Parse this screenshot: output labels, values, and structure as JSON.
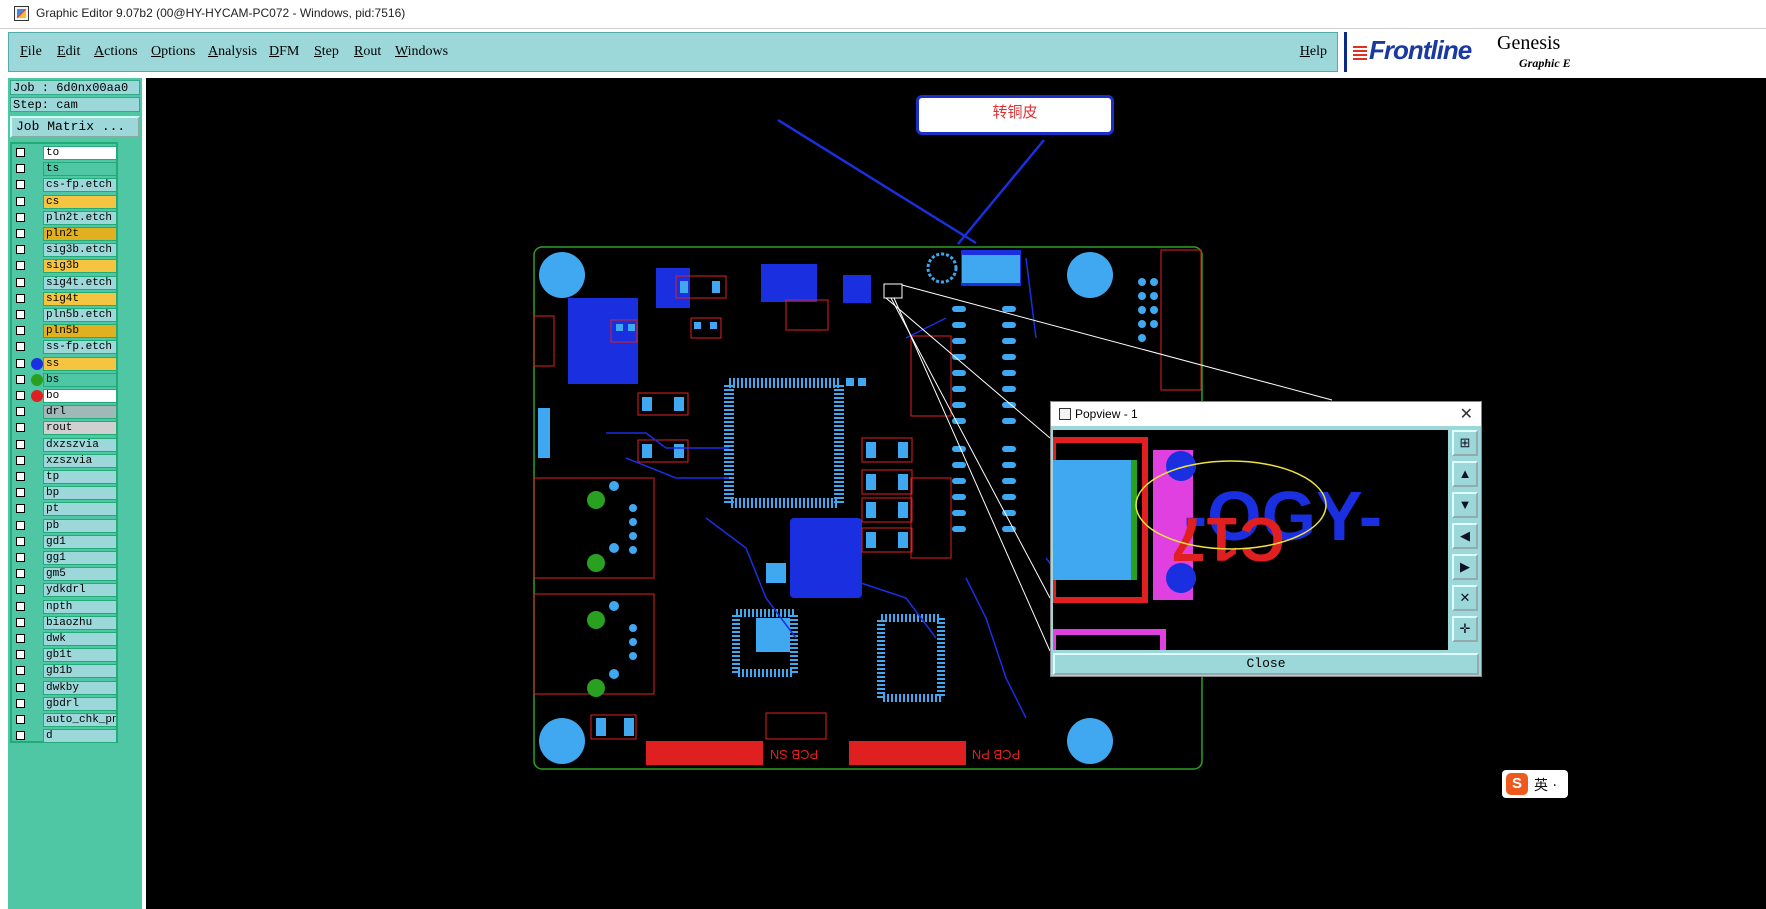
{
  "window": {
    "title": "Graphic Editor 9.07b2 (00@HY-HYCAM-PC072 - Windows, pid:7516)"
  },
  "menu": {
    "items": [
      "File",
      "Edit",
      "Actions",
      "Options",
      "Analysis",
      "DFM",
      "Step",
      "Rout",
      "Windows"
    ],
    "help": "Help"
  },
  "brand": {
    "logo": "Frontline",
    "product": "Genesis",
    "subtitle": "Graphic E"
  },
  "job": {
    "job": "Job : 6d0nx00aa0",
    "step": "Step: cam",
    "matrix_button": "Job Matrix ..."
  },
  "layers": [
    {
      "name": "to",
      "color": "#ffffff",
      "dot": ""
    },
    {
      "name": "ts",
      "color": "#4fc7a5",
      "dot": ""
    },
    {
      "name": "cs-fp.etch",
      "color": "#9cd8da",
      "dot": ""
    },
    {
      "name": "cs",
      "color": "#f5c542",
      "dot": ""
    },
    {
      "name": "pln2t.etch",
      "color": "#9cd8da",
      "dot": ""
    },
    {
      "name": "pln2t",
      "color": "#e0b020",
      "dot": ""
    },
    {
      "name": "sig3b.etch",
      "color": "#9cd8da",
      "dot": ""
    },
    {
      "name": "sig3b",
      "color": "#f5c542",
      "dot": ""
    },
    {
      "name": "sig4t.etch",
      "color": "#9cd8da",
      "dot": ""
    },
    {
      "name": "sig4t",
      "color": "#f5c542",
      "dot": ""
    },
    {
      "name": "pln5b.etch",
      "color": "#9cd8da",
      "dot": ""
    },
    {
      "name": "pln5b",
      "color": "#e0b020",
      "dot": ""
    },
    {
      "name": "ss-fp.etch",
      "color": "#9cd8da",
      "dot": ""
    },
    {
      "name": "ss",
      "color": "#f5c542",
      "dot": "#1a30e0"
    },
    {
      "name": "bs",
      "color": "#4fc7a5",
      "dot": "#2aa020"
    },
    {
      "name": "bo",
      "color": "#ffffff",
      "dot": "#e02020"
    },
    {
      "name": "drl",
      "color": "#a0b8b8",
      "dot": ""
    },
    {
      "name": "rout",
      "color": "#d0d0d0",
      "dot": ""
    },
    {
      "name": "dxzszvia",
      "color": "#9cd8da",
      "dot": ""
    },
    {
      "name": "xzszvia",
      "color": "#9cd8da",
      "dot": ""
    },
    {
      "name": "tp",
      "color": "#9cd8da",
      "dot": ""
    },
    {
      "name": "bp",
      "color": "#9cd8da",
      "dot": ""
    },
    {
      "name": "pt",
      "color": "#9cd8da",
      "dot": ""
    },
    {
      "name": "pb",
      "color": "#9cd8da",
      "dot": ""
    },
    {
      "name": "gd1",
      "color": "#9cd8da",
      "dot": ""
    },
    {
      "name": "gg1",
      "color": "#9cd8da",
      "dot": ""
    },
    {
      "name": "gm5",
      "color": "#9cd8da",
      "dot": ""
    },
    {
      "name": "ydkdrl",
      "color": "#9cd8da",
      "dot": ""
    },
    {
      "name": "npth",
      "color": "#9cd8da",
      "dot": ""
    },
    {
      "name": "biaozhu",
      "color": "#9cd8da",
      "dot": ""
    },
    {
      "name": "dwk",
      "color": "#9cd8da",
      "dot": ""
    },
    {
      "name": "gb1t",
      "color": "#9cd8da",
      "dot": ""
    },
    {
      "name": "gb1b",
      "color": "#9cd8da",
      "dot": ""
    },
    {
      "name": "dwkby",
      "color": "#9cd8da",
      "dot": ""
    },
    {
      "name": "gbdrl",
      "color": "#9cd8da",
      "dot": ""
    },
    {
      "name": "auto_chk_pn",
      "color": "#9cd8da",
      "dot": ""
    },
    {
      "name": "d",
      "color": "#9cd8da",
      "dot": ""
    }
  ],
  "callout": {
    "text": "转铜皮"
  },
  "board": {
    "silk_label_1": "PCB SN",
    "silk_label_2": "PCB PN"
  },
  "popview": {
    "title": "Popview - 1",
    "close_label": "Close",
    "zoom_text": "C17",
    "zoom_text2": "-OGY-",
    "tools": [
      "zoom-home-icon",
      "zoom-in-icon",
      "zoom-out-icon",
      "pan-left-icon",
      "pan-right-icon",
      "fit-icon",
      "center-icon"
    ]
  },
  "ime": {
    "badge": "S",
    "lang": "英 ·"
  },
  "colors": {
    "accent": "#9cd8da",
    "panel": "#4fc7a5",
    "canvas": "#000000",
    "copper": "#1a30e0",
    "pad": "#3fa8f0",
    "mask": "#e02020"
  }
}
